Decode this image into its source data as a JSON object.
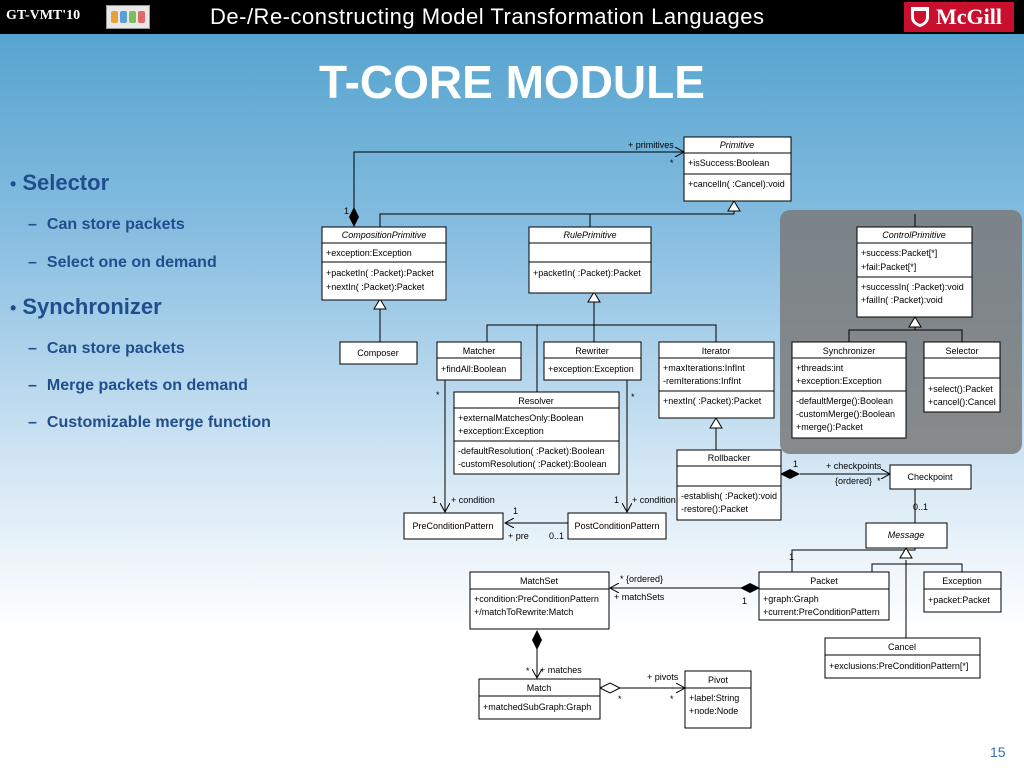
{
  "header": {
    "conference": "GT-VMT'10",
    "title": "De-/Re-constructing Model Transformation Languages",
    "university": "McGill"
  },
  "slide": {
    "title": "T-CORE MODULE",
    "page_number": "15"
  },
  "bullets": [
    {
      "label": "Selector",
      "subs": [
        "Can store packets",
        "Select one on demand"
      ]
    },
    {
      "label": "Synchronizer",
      "subs": [
        "Can store packets",
        "Merge packets on demand",
        "Customizable merge function"
      ]
    }
  ],
  "diagram": {
    "classes": {
      "primitive": {
        "name": "Primitive",
        "attrs": [
          "+isSuccess:Boolean"
        ],
        "ops": [
          "+cancelIn( :Cancel):void"
        ]
      },
      "composition": {
        "name": "CompositionPrimitive",
        "attrs": [
          "+exception:Exception"
        ],
        "ops": [
          "+packetIn( :Packet):Packet",
          "+nextIn( :Packet):Packet"
        ]
      },
      "rule": {
        "name": "RulePrimitive",
        "attrs": [],
        "ops": [
          "+packetIn( :Packet):Packet"
        ]
      },
      "control": {
        "name": "ControlPrimitive",
        "attrs": [
          "+success:Packet[*]",
          "+fail:Packet[*]"
        ],
        "ops": [
          "+successIn( :Packet):void",
          "+failIn( :Packet):void"
        ]
      },
      "composer": {
        "name": "Composer"
      },
      "matcher": {
        "name": "Matcher",
        "attrs": [
          "+findAll:Boolean"
        ]
      },
      "rewriter": {
        "name": "Rewriter",
        "attrs": [
          "+exception:Exception"
        ]
      },
      "iterator": {
        "name": "Iterator",
        "attrs": [
          "+maxIterations:InfInt",
          "-remIterations:InfInt"
        ],
        "ops": [
          "+nextIn( :Packet):Packet"
        ]
      },
      "synchronizer": {
        "name": "Synchronizer",
        "attrs": [
          "+threads:int",
          "+exception:Exception"
        ],
        "ops": [
          "-defaultMerge():Boolean",
          "-customMerge():Boolean",
          "+merge():Packet"
        ]
      },
      "selector": {
        "name": "Selector",
        "ops": [
          "+select():Packet",
          "+cancel():Cancel"
        ]
      },
      "resolver": {
        "name": "Resolver",
        "attrs": [
          "+externalMatchesOnly:Boolean",
          "+exception:Exception"
        ],
        "ops": [
          "-defaultResolution( :Packet):Boolean",
          "-customResolution( :Packet):Boolean"
        ]
      },
      "rollbacker": {
        "name": "Rollbacker",
        "ops": [
          "-establish( :Packet):void",
          "-restore():Packet"
        ]
      },
      "checkpoint": {
        "name": "Checkpoint"
      },
      "precondition": {
        "name": "PreConditionPattern"
      },
      "postcondition": {
        "name": "PostConditionPattern"
      },
      "message": {
        "name": "Message"
      },
      "matchset": {
        "name": "MatchSet",
        "attrs": [
          "+condition:PreConditionPattern",
          "+/matchToRewrite:Match"
        ]
      },
      "packet": {
        "name": "Packet",
        "attrs": [
          "+graph:Graph",
          "+current:PreConditionPattern"
        ]
      },
      "exception": {
        "name": "Exception",
        "attrs": [
          "+packet:Packet"
        ]
      },
      "cancel": {
        "name": "Cancel",
        "attrs": [
          "+exclusions:PreConditionPattern[*]"
        ]
      },
      "match": {
        "name": "Match",
        "attrs": [
          "+matchedSubGraph:Graph"
        ]
      },
      "pivot": {
        "name": "Pivot",
        "attrs": [
          "+label:String",
          "+node:Node"
        ]
      }
    },
    "labels": {
      "primitives": "+ primitives",
      "star": "*",
      "one": "1",
      "checkpoints": "+ checkpoints",
      "ordered": "{ordered}",
      "zero_one": "0..1",
      "condition": "+ condition",
      "pre": "+ pre",
      "ordered2": "* {ordered}",
      "matchsets": "+ matchSets",
      "matches": "+ matches",
      "pivots": "+ pivots"
    }
  },
  "colors": {
    "bullet_text": "#1f4e8c",
    "header_bg": "#000000",
    "mcgill_red": "#c8102e",
    "highlight_box": "#7a7a7a"
  }
}
